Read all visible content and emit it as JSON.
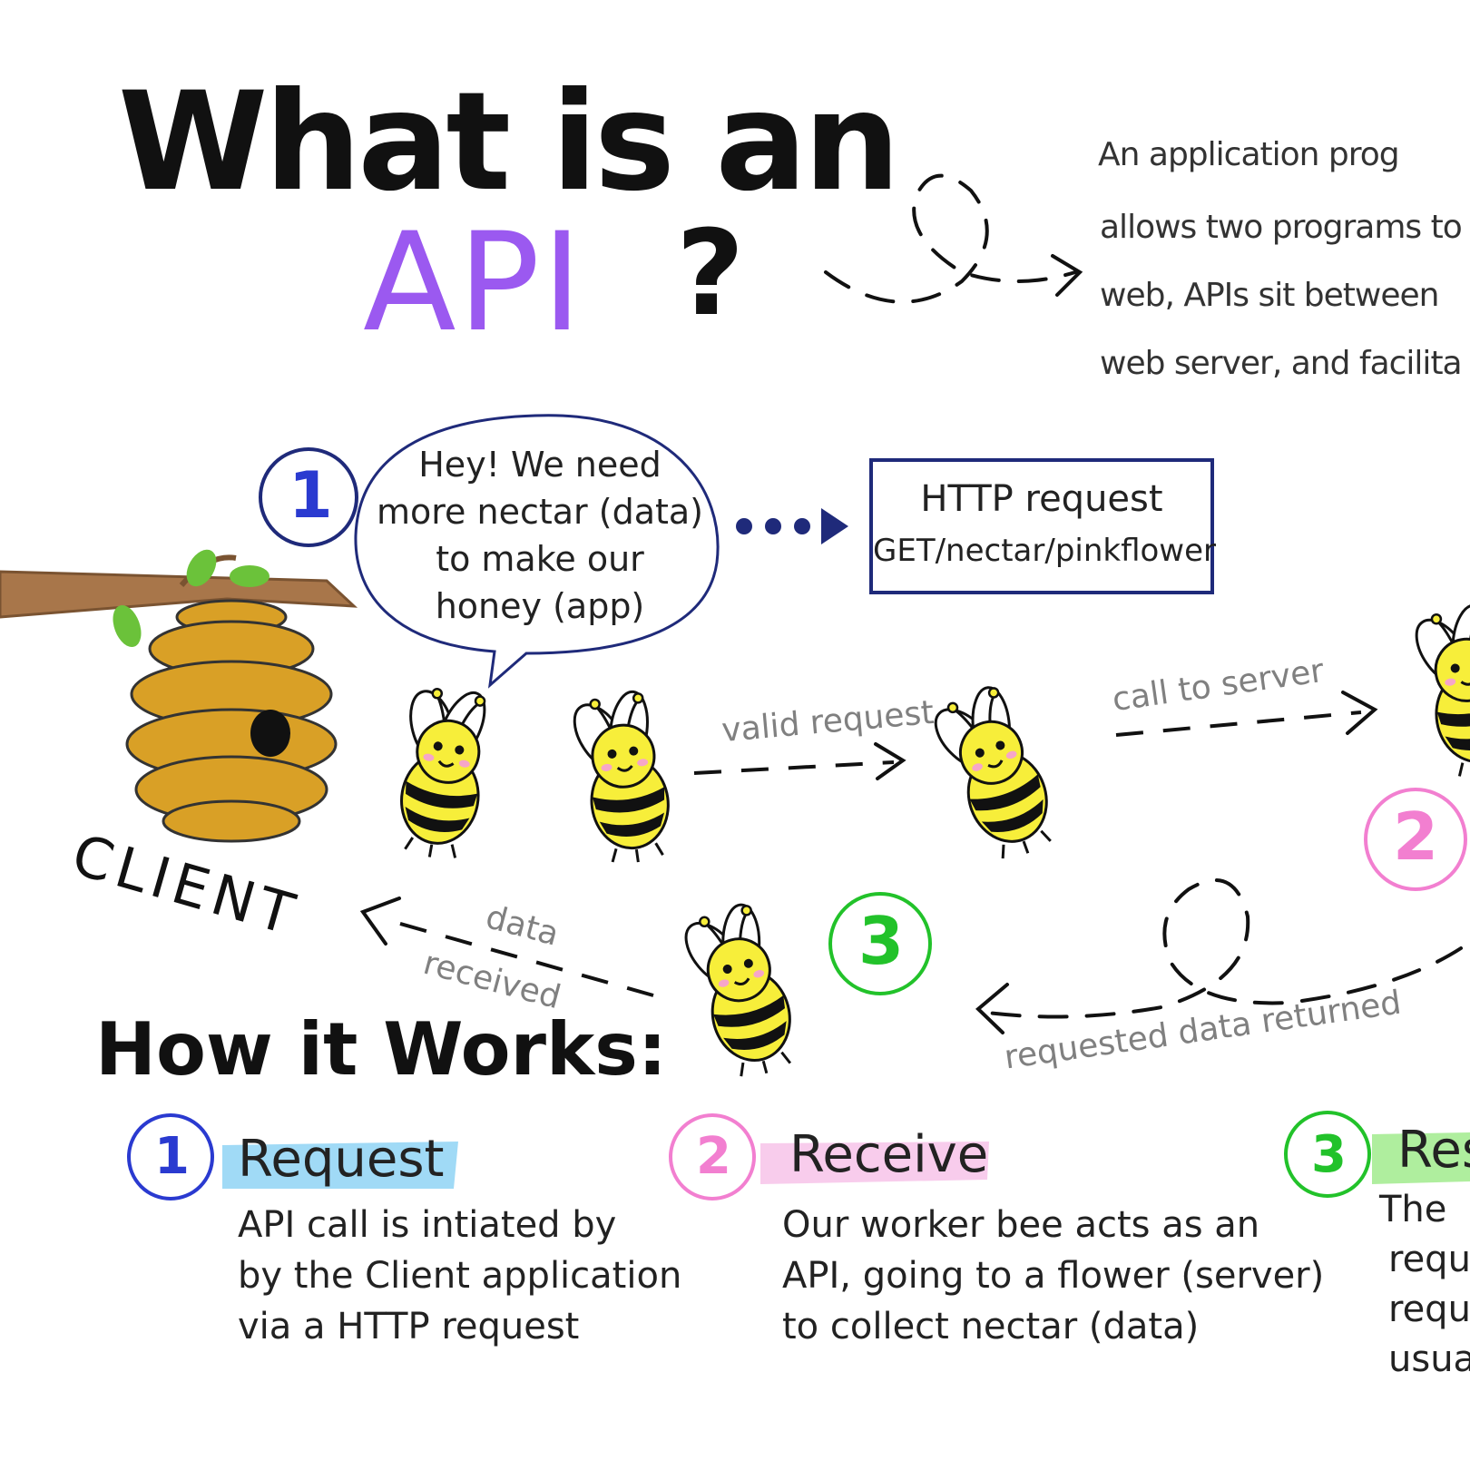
{
  "title": {
    "line1": "What is an",
    "api": "API",
    "qmark": "?"
  },
  "definition": [
    "An application prog",
    "allows two programs to",
    "web, APIs sit between",
    "web server, and facilita"
  ],
  "bubble": {
    "number": "1",
    "lines": [
      "Hey! We need",
      "more nectar (data)",
      "to make our",
      "honey (app)"
    ]
  },
  "http_box": {
    "line1": "HTTP request",
    "line2": "GET/nectar/pinkflower"
  },
  "flow": {
    "valid_request": "valid request",
    "call_to_server": "call to server",
    "data": "data",
    "received": "received",
    "requested_data_returned": "requested  data  returned",
    "circle_2": "2",
    "circle_3": "3"
  },
  "client_label": "CLIENT",
  "how_it_works": "How it Works:",
  "steps": [
    {
      "number": "1",
      "title": "Request",
      "desc": [
        "API call is intiated by",
        "by the Client application",
        "via a HTTP request"
      ]
    },
    {
      "number": "2",
      "title": "Receive",
      "desc": [
        "Our worker bee acts as an",
        "API, going to a flower (server)",
        "to collect nectar (data)"
      ]
    },
    {
      "number": "3",
      "title": "Res",
      "desc": [
        "The",
        "reque",
        "reque",
        "usual"
      ]
    }
  ],
  "colors": {
    "purple": "#9b59f0",
    "navy": "#1f2a7a",
    "blue_num": "#2a3ad0",
    "pink": "#f27fd0",
    "green": "#22c22a",
    "bee_yellow": "#f7ee3a",
    "hive": "#d9a026",
    "branch": "#a8764a",
    "leaf": "#6bc23a",
    "hl_blue": "#8fd3f5",
    "hl_pink": "#f7c6ea",
    "hl_green": "#a6ec93"
  }
}
